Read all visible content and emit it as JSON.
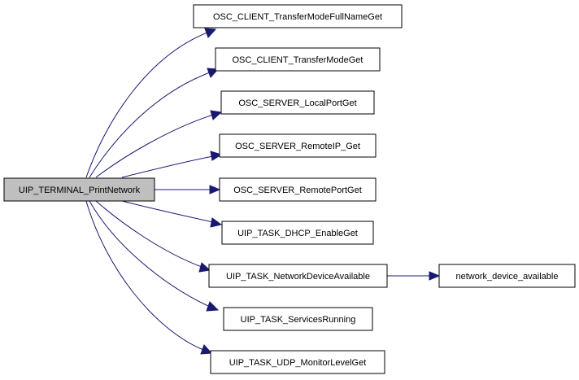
{
  "colors": {
    "root_fill": "#bfbfbf",
    "node_fill": "#ffffff",
    "node_border": "#000000",
    "edge": "#191970"
  },
  "nodes": {
    "root": "UIP_TERMINAL_PrintNetwork",
    "transfer_mode_full_name_get": "OSC_CLIENT_TransferModeFullNameGet",
    "transfer_mode_get": "OSC_CLIENT_TransferModeGet",
    "local_port_get": "OSC_SERVER_LocalPortGet",
    "remote_ip_get": "OSC_SERVER_RemoteIP_Get",
    "remote_port_get": "OSC_SERVER_RemotePortGet",
    "dhcp_enable_get": "UIP_TASK_DHCP_EnableGet",
    "network_device_available_task": "UIP_TASK_NetworkDeviceAvailable",
    "services_running": "UIP_TASK_ServicesRunning",
    "udp_monitor_level_get": "UIP_TASK_UDP_MonitorLevelGet",
    "network_device_available": "network_device_available"
  }
}
